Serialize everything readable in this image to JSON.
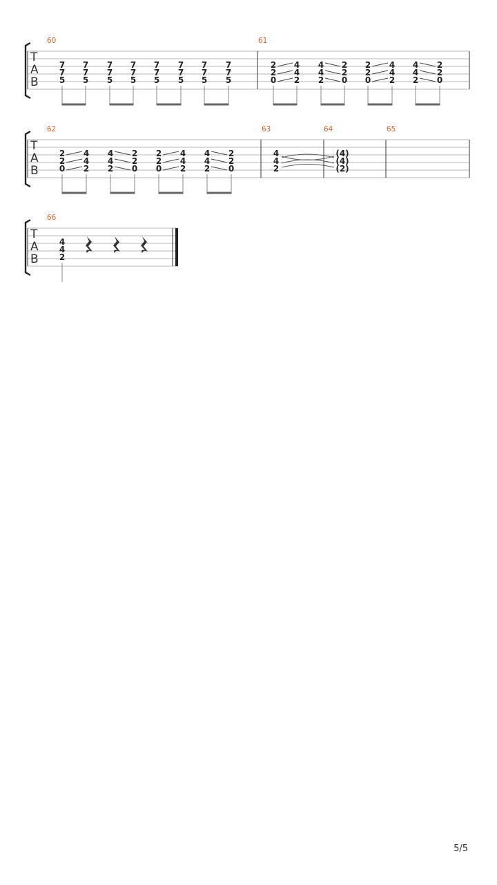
{
  "tab_clef": {
    "letters": [
      "T",
      "A",
      "B"
    ]
  },
  "page_number": "5/5",
  "colors": {
    "measure_number": "#e8622a",
    "staff_line": "#b7b7b7",
    "notation": "#222222"
  },
  "systems": [
    {
      "measures": [
        {
          "number": "60",
          "beats": [
            {
              "frets": [
                "7",
                "7",
                "5"
              ]
            },
            {
              "frets": [
                "7",
                "7",
                "5"
              ]
            },
            {
              "frets": [
                "7",
                "7",
                "5"
              ]
            },
            {
              "frets": [
                "7",
                "7",
                "5"
              ]
            },
            {
              "frets": [
                "7",
                "7",
                "5"
              ]
            },
            {
              "frets": [
                "7",
                "7",
                "5"
              ]
            },
            {
              "frets": [
                "7",
                "7",
                "5"
              ]
            },
            {
              "frets": [
                "7",
                "7",
                "5"
              ]
            }
          ]
        },
        {
          "number": "61",
          "beats": [
            {
              "frets": [
                "2",
                "2",
                "0"
              ]
            },
            {
              "frets": [
                "4",
                "4",
                "2"
              ]
            },
            {
              "frets": [
                "4",
                "4",
                "2"
              ]
            },
            {
              "frets": [
                "2",
                "2",
                "0"
              ]
            },
            {
              "frets": [
                "2",
                "2",
                "0"
              ]
            },
            {
              "frets": [
                "4",
                "4",
                "2"
              ]
            },
            {
              "frets": [
                "4",
                "4",
                "2"
              ]
            },
            {
              "frets": [
                "2",
                "2",
                "0"
              ]
            }
          ]
        }
      ]
    },
    {
      "measures": [
        {
          "number": "62",
          "beats": [
            {
              "frets": [
                "2",
                "2",
                "0"
              ]
            },
            {
              "frets": [
                "4",
                "4",
                "2"
              ]
            },
            {
              "frets": [
                "4",
                "4",
                "2"
              ]
            },
            {
              "frets": [
                "2",
                "2",
                "0"
              ]
            },
            {
              "frets": [
                "2",
                "2",
                "0"
              ]
            },
            {
              "frets": [
                "4",
                "4",
                "2"
              ]
            },
            {
              "frets": [
                "4",
                "4",
                "2"
              ]
            },
            {
              "frets": [
                "2",
                "2",
                "0"
              ]
            }
          ]
        },
        {
          "number": "63",
          "beats": [
            {
              "frets": [
                "4",
                "4",
                "2"
              ]
            }
          ]
        },
        {
          "number": "64",
          "beats": [
            {
              "frets": [
                "(4)",
                "(4)",
                "(2)"
              ]
            }
          ]
        },
        {
          "number": "65",
          "beats": []
        }
      ]
    },
    {
      "measures": [
        {
          "number": "66",
          "beats": [
            {
              "frets": [
                "4",
                "4",
                "2"
              ]
            }
          ]
        }
      ]
    }
  ]
}
